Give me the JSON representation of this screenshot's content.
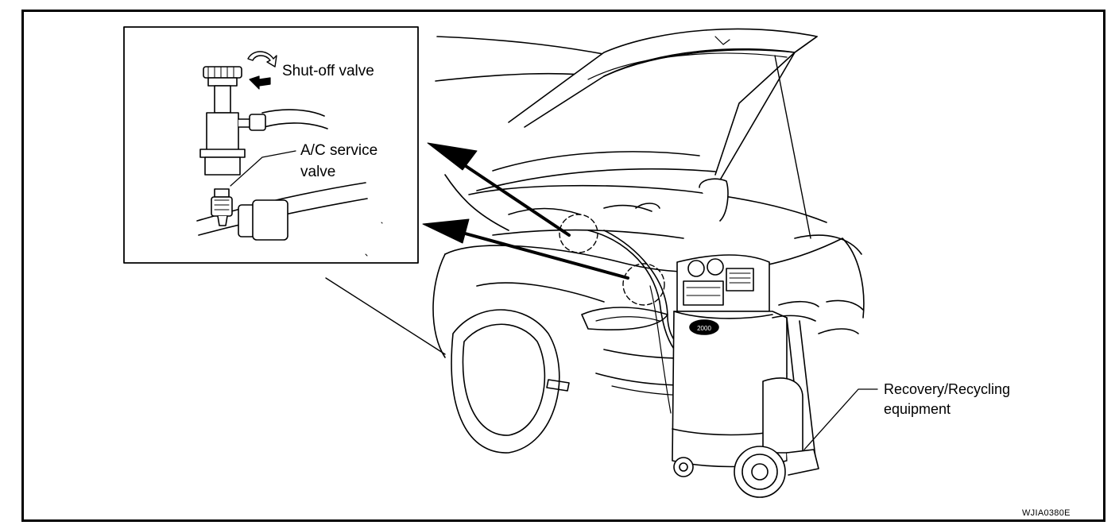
{
  "labels": {
    "shutoff_valve": "Shut-off  valve",
    "ac_service_valve_line1": "A/C  service",
    "ac_service_valve_line2": "valve",
    "recovery_line1": "Recovery/Recycling",
    "recovery_line2": "equipment"
  },
  "figure_code": "WJIA0380E",
  "machine_badge": "2000"
}
